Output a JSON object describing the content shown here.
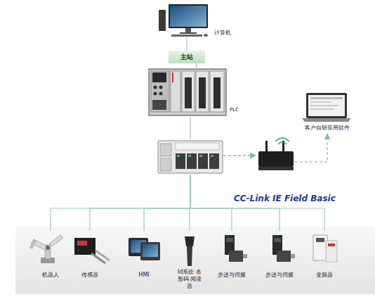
{
  "diagram": {
    "nodes": [
      {
        "text": [
          "计算机"
        ]
      },
      {
        "text": [
          "主站"
        ]
      },
      {
        "text": [
          "PLC"
        ]
      },
      {
        "text": []
      },
      {
        "text": []
      },
      {
        "text": [
          "客户自研应用软件"
        ]
      },
      {
        "text": [
          "机器人"
        ]
      },
      {
        "text": [
          "传感器"
        ]
      },
      {
        "text": [
          "HMI"
        ]
      },
      {
        "text": [
          "Id系统 条形码 阅读器"
        ]
      },
      {
        "text": [
          "步进与伺服"
        ]
      },
      {
        "text": [
          "步进与伺服"
        ]
      },
      {
        "text": [
          "变频器"
        ]
      }
    ],
    "edges": [
      {
        "from": 0,
        "to": 1,
        "arrow": "none"
      },
      {
        "from": 1,
        "to": 2,
        "arrow": "none"
      },
      {
        "from": 2,
        "to": 3,
        "arrow": "none"
      },
      {
        "from": 3,
        "to": 4,
        "arrow": "to"
      },
      {
        "from": 4,
        "to": 5,
        "arrow": "to"
      },
      {
        "from": 3,
        "to": 6,
        "arrow": "none"
      },
      {
        "from": 3,
        "to": 7,
        "arrow": "none"
      },
      {
        "from": 3,
        "to": 8,
        "arrow": "none"
      },
      {
        "from": 3,
        "to": 9,
        "arrow": "none"
      },
      {
        "from": 3,
        "to": 10,
        "arrow": "none"
      },
      {
        "from": 3,
        "to": 11,
        "arrow": "none"
      },
      {
        "from": 3,
        "to": 12,
        "arrow": "none"
      }
    ],
    "labels": [
      "CC-Link IE Field Basic"
    ]
  }
}
